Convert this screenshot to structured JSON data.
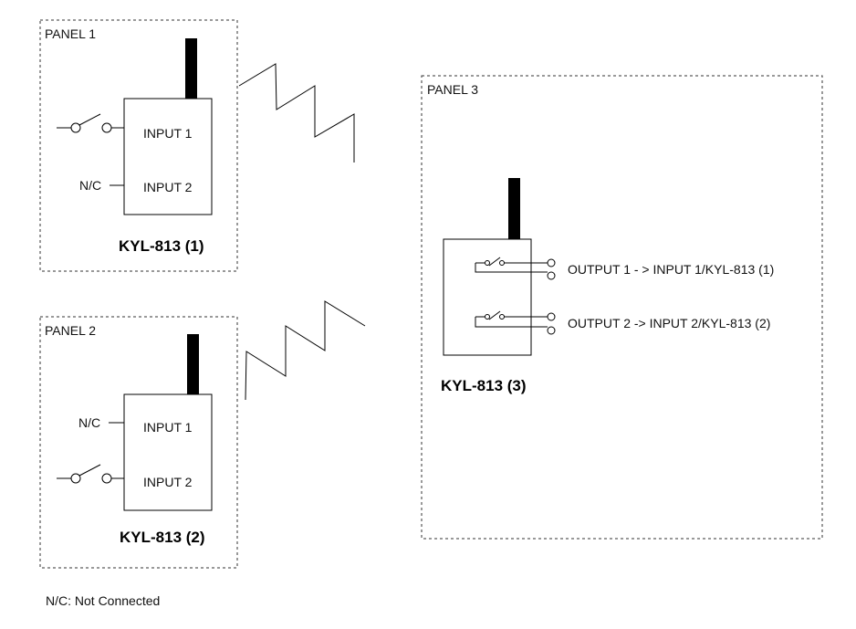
{
  "panels": {
    "p1": {
      "label": "PANEL 1",
      "device": "KYL-813 (1)",
      "in1": "INPUT 1",
      "in2": "INPUT 2",
      "nc": "N/C"
    },
    "p2": {
      "label": "PANEL 2",
      "device": "KYL-813 (2)",
      "in1": "INPUT 1",
      "in2": "INPUT 2",
      "nc": "N/C"
    },
    "p3": {
      "label": "PANEL 3",
      "device": "KYL-813 (3)",
      "out1": "OUTPUT 1  - >  INPUT 1/KYL-813 (1)",
      "out2": "OUTPUT 2  ->  INPUT 2/KYL-813 (2)"
    }
  },
  "legend": "N/C: Not Connected"
}
